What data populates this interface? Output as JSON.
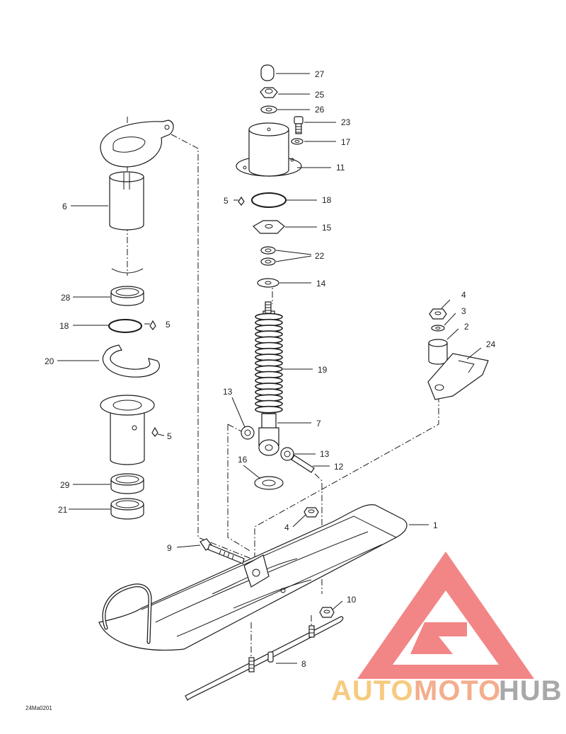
{
  "drawing_code": "24Ma0201",
  "watermark": {
    "word_1": "AUTO",
    "word_2": "MOTO",
    "word_3": "HUB",
    "colors": {
      "triangle": "#f07070",
      "auto": "#f5c36a",
      "moto": "#f2a07a",
      "hub": "#9a9a9a"
    }
  },
  "callouts": {
    "c27": "27",
    "c25": "25",
    "c26": "26",
    "c23": "23",
    "c17": "17",
    "c11": "11",
    "c5a": "5",
    "c18a": "18",
    "c15": "15",
    "c22": "22",
    "c14": "14",
    "c19": "19",
    "c13a": "13",
    "c7": "7",
    "c13b": "13",
    "c12": "12",
    "c16": "16",
    "c1": "1",
    "c4a": "4",
    "c9": "9",
    "c10": "10",
    "c8": "8",
    "c6": "6",
    "c28": "28",
    "c18b": "18",
    "c5b": "5",
    "c20": "20",
    "c5c": "5",
    "c29": "29",
    "c21": "21",
    "c4b": "4",
    "c3": "3",
    "c2": "2",
    "c24": "24"
  }
}
